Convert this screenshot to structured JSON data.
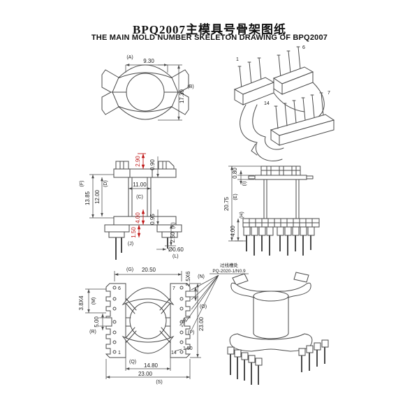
{
  "title": {
    "zh": "BPQ2007主模具号骨架图纸",
    "en": "THE MAIN MOLD NUMBER SKELETON DRAWING OF BPQ2007"
  },
  "colors": {
    "line": "#4a4a4a",
    "red_dim": "#c01818",
    "text": "#1a1a1a",
    "background": "#ffffff"
  },
  "top_view": {
    "a_label": "(A)",
    "a": "9.30",
    "b": "17.30",
    "b_label": "(B)"
  },
  "iso_top": {
    "pin_first": "1",
    "pin_six": "6",
    "pin_fourteen": "14",
    "pin_seven": "7"
  },
  "front_view": {
    "t1": "2.90",
    "t2": "0.90",
    "f_label": "(F)",
    "f": "13.85",
    "d": "12.00",
    "d_label": "(D)",
    "c": "11.00",
    "c_label": "(C)",
    "b1": "4.00",
    "b2": "0.95",
    "j": "1.50",
    "j_label": "(J)",
    "k": "2.50",
    "k_label": "(K)",
    "l": "Ø0.60",
    "l_label": "(L)"
  },
  "side_view": {
    "i": "0.80",
    "i_label": "(I)",
    "e": "20.75",
    "e_label": "(E)",
    "h": "4.00",
    "h_label": "(H)"
  },
  "bottom_view": {
    "g_label": "(G)",
    "g": "20.50",
    "n": "2.5X6",
    "n_label": "(N)",
    "m": "3.8X4",
    "m_label": "(M)",
    "r": "5.00",
    "r_label": "(R)",
    "o": "23.00",
    "o_label": "(O)",
    "p_label": "(P)",
    "p": "2.00",
    "edge": "1.50",
    "q_label": "(Q)",
    "q": "14.80",
    "s": "23.00",
    "s_label": "(S)",
    "pin6": "6",
    "pin1": "1",
    "pin7": "7",
    "pin14": "14",
    "callout_title": "过线槽处",
    "callout_value": "PQ-2020-1/N0.9"
  }
}
